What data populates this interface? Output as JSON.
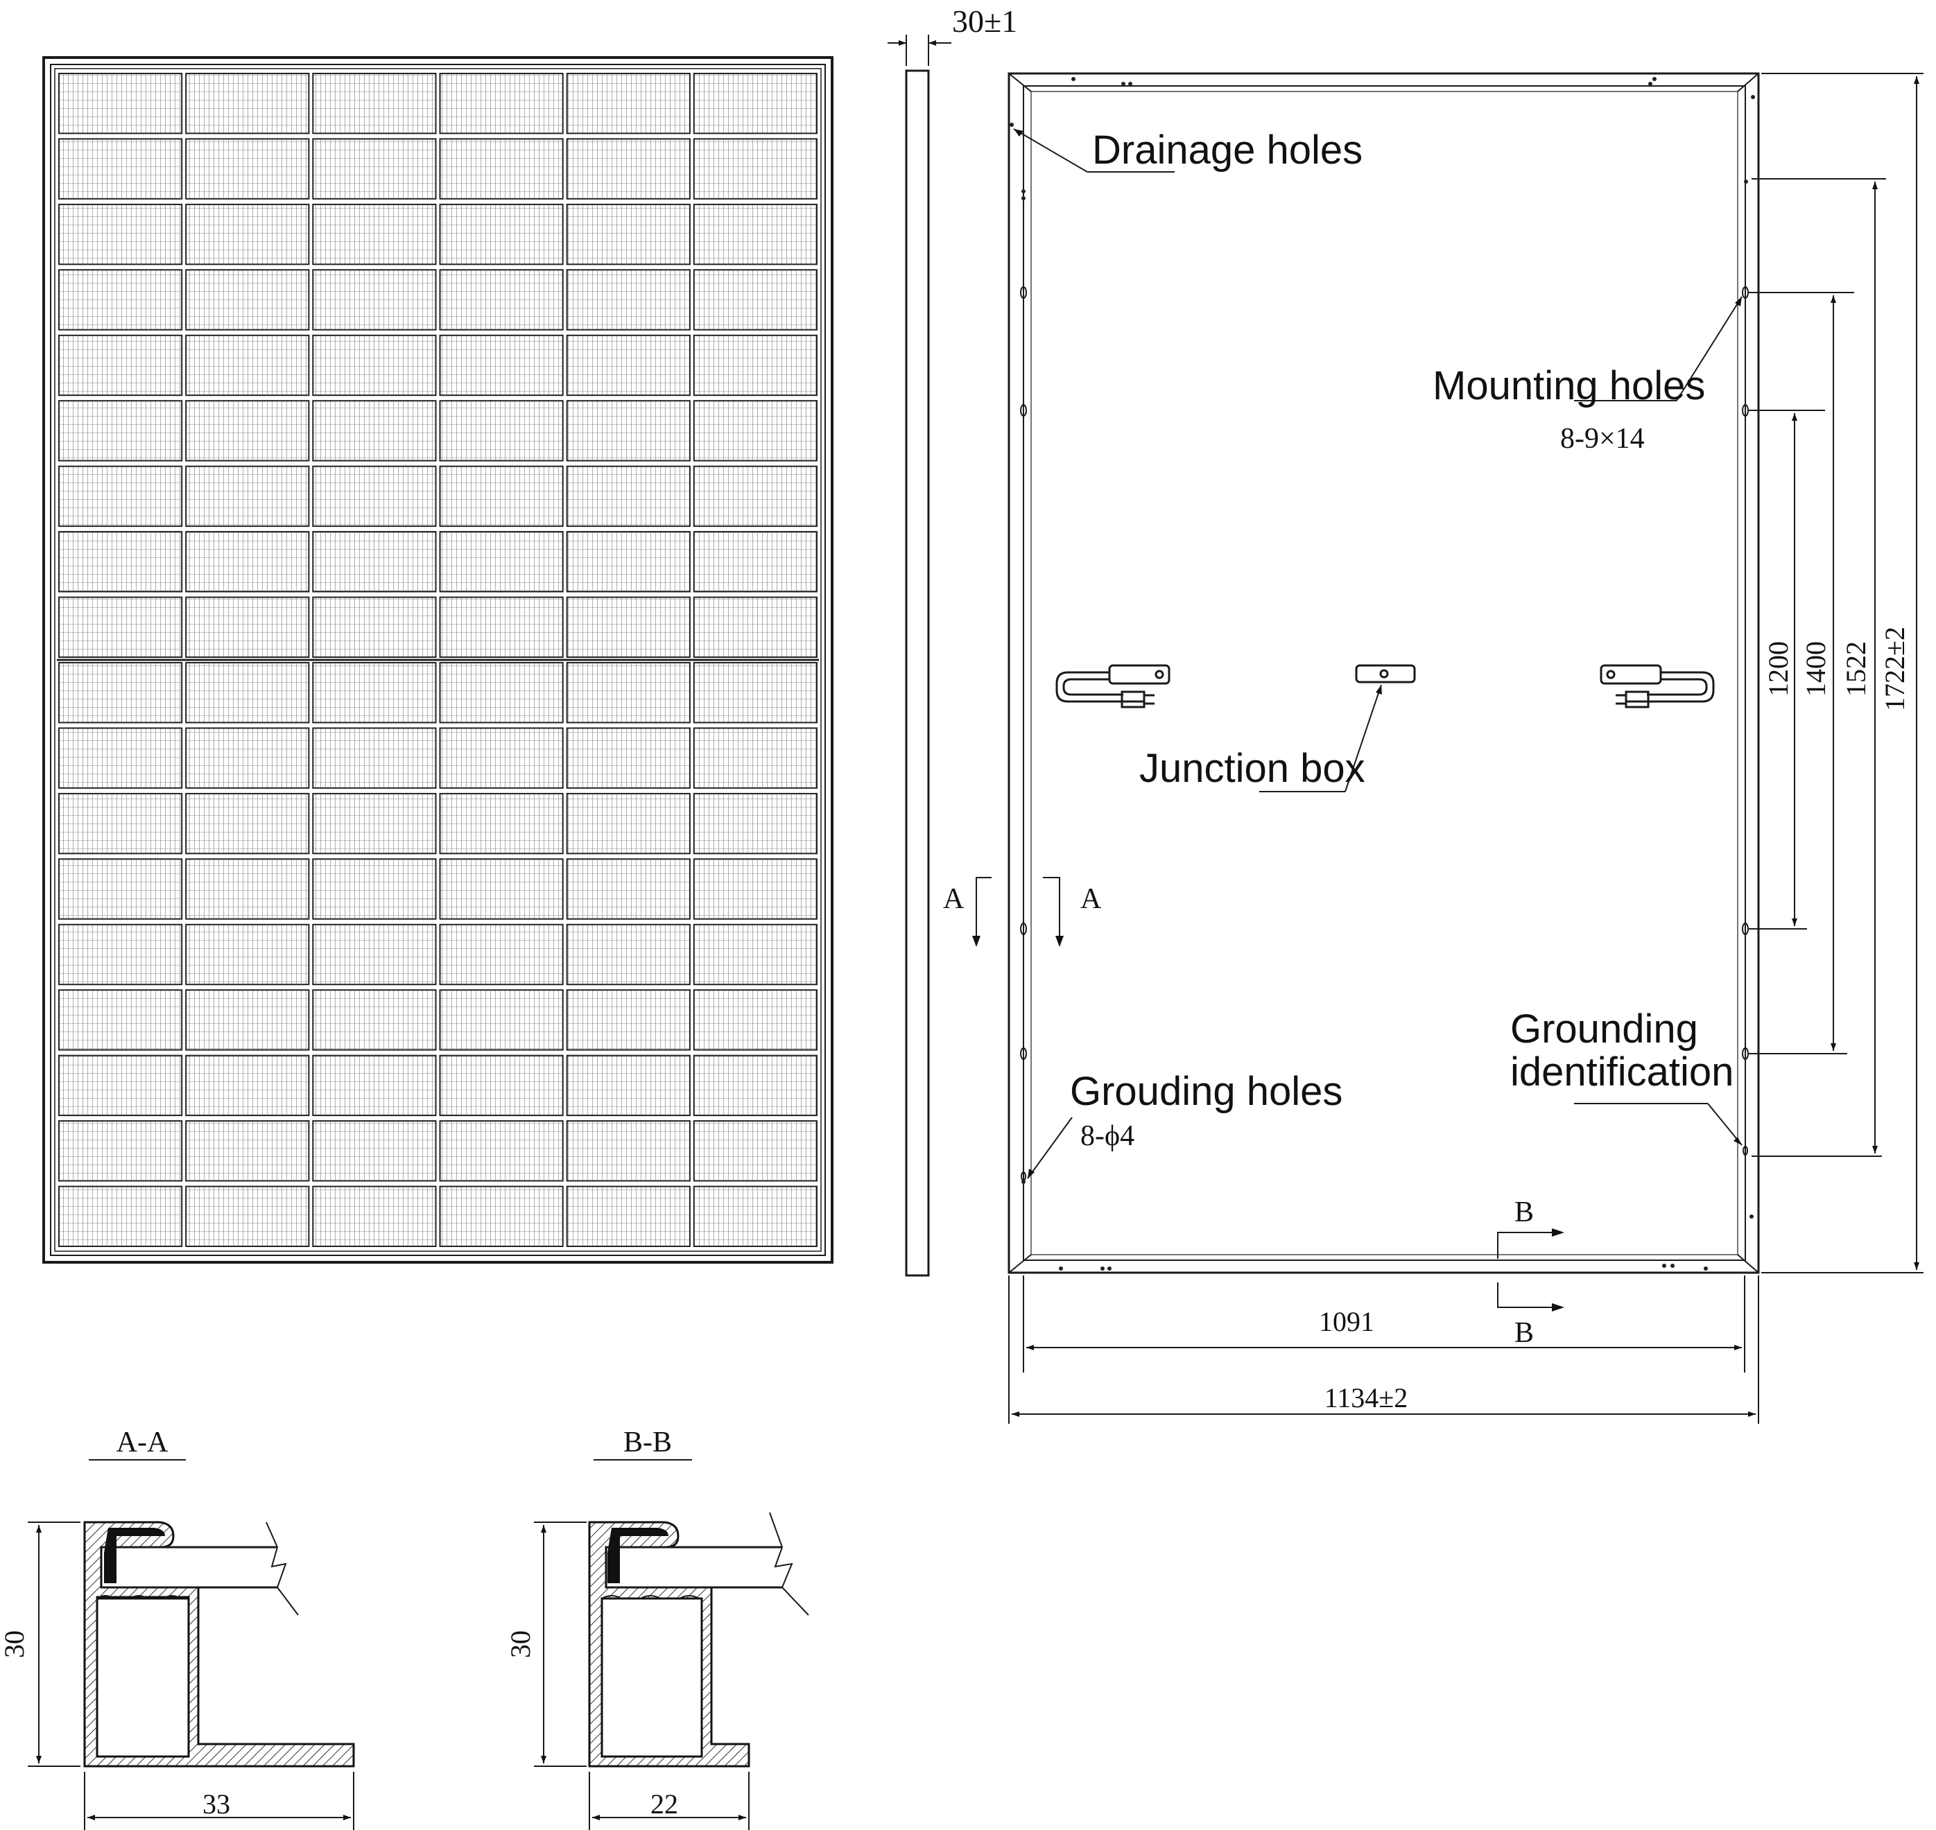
{
  "side_view": {
    "thickness_dim": "30±1"
  },
  "rear_view": {
    "labels": {
      "drainage": "Drainage holes",
      "mounting": "Mounting holes",
      "mounting_spec": "8-9×14",
      "junction": "Junction box",
      "grounding_id_1": "Grounding",
      "grounding_id_2": "identification",
      "grounding_holes": "Grouding holes",
      "grounding_spec": "8-ϕ4"
    },
    "section_marks": {
      "a": "A",
      "b": "B"
    },
    "dims": {
      "inner_width": "1091",
      "outer_width": "1134±2",
      "d1200": "1200",
      "d1400": "1400",
      "d1522": "1522",
      "d1722": "1722±2"
    }
  },
  "sections": {
    "aa": {
      "title": "A-A",
      "height": "30",
      "width": "33"
    },
    "bb": {
      "title": "B-B",
      "height": "30",
      "width": "22"
    }
  },
  "front_view": {
    "cell_rows": 18,
    "cell_cols": 6
  }
}
